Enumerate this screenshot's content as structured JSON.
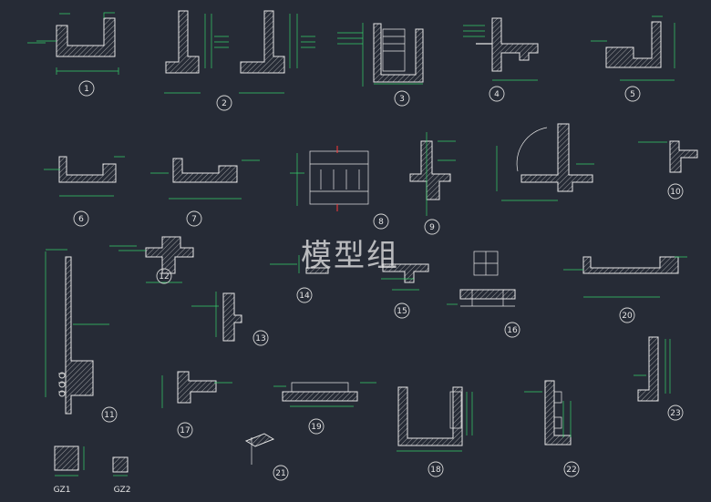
{
  "watermark": "模型组",
  "callouts": [
    {
      "id": "1",
      "label": "1"
    },
    {
      "id": "2",
      "label": "2"
    },
    {
      "id": "3",
      "label": "3"
    },
    {
      "id": "4",
      "label": "4"
    },
    {
      "id": "5",
      "label": "5"
    },
    {
      "id": "6",
      "label": "6"
    },
    {
      "id": "7",
      "label": "7"
    },
    {
      "id": "8",
      "label": "8"
    },
    {
      "id": "9",
      "label": "9"
    },
    {
      "id": "10",
      "label": "10"
    },
    {
      "id": "11",
      "label": "11"
    },
    {
      "id": "12",
      "label": "12"
    },
    {
      "id": "13",
      "label": "13"
    },
    {
      "id": "14",
      "label": "14"
    },
    {
      "id": "15",
      "label": "15"
    },
    {
      "id": "16",
      "label": "16"
    },
    {
      "id": "17",
      "label": "17"
    },
    {
      "id": "18",
      "label": "18"
    },
    {
      "id": "19",
      "label": "19"
    },
    {
      "id": "20",
      "label": "20"
    },
    {
      "id": "21",
      "label": "21"
    },
    {
      "id": "22",
      "label": "22"
    },
    {
      "id": "23",
      "label": "23"
    },
    {
      "id": "GZ1",
      "label": "GZ1"
    },
    {
      "id": "GZ2",
      "label": "GZ2"
    }
  ]
}
